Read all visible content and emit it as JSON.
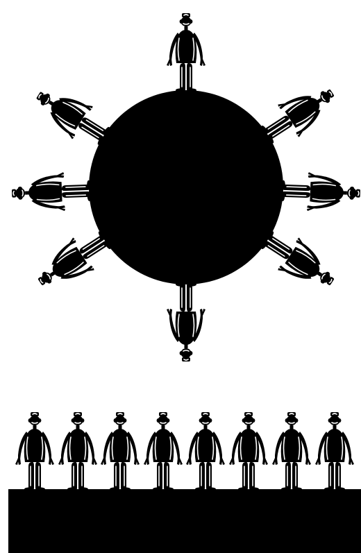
{
  "illustration": {
    "kind": "silhouette-cartoon",
    "palette": {
      "ink": "#000000",
      "paper": "#ffffff"
    },
    "planet": {
      "figure_count": 8
    },
    "row": {
      "figure_count": 8
    }
  }
}
